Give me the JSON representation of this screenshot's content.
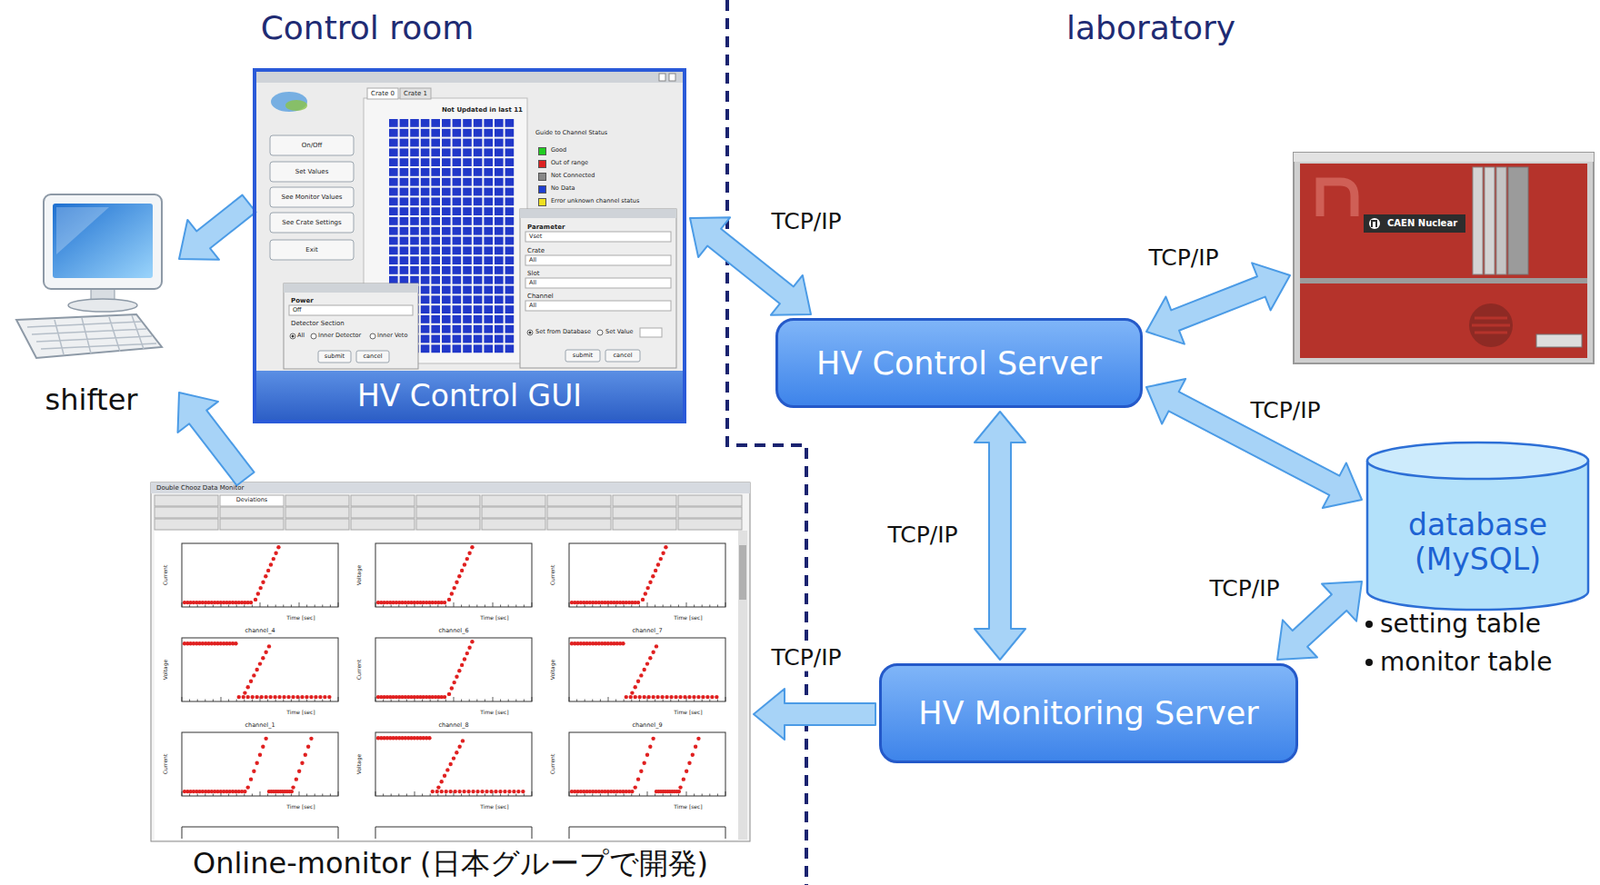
{
  "diagram": {
    "nodes": [
      {
        "text": [
          "HV Control GUI"
        ]
      },
      {
        "text": [
          "shifter"
        ]
      },
      {
        "text": [
          "HV Control Server"
        ]
      },
      {
        "text": [
          "CAEN Nuclear"
        ]
      },
      {
        "text": [
          "database (MySQL)"
        ]
      },
      {
        "text": [
          "Online-monitor (日本グループで開発)"
        ]
      },
      {
        "text": [
          "HV Monitoring Server"
        ]
      }
    ],
    "edges": [
      {
        "from": 0,
        "to": 1,
        "arrow": "to"
      },
      {
        "from": 5,
        "to": 1,
        "arrow": "to"
      },
      {
        "from": 0,
        "to": 2,
        "label": "TCP/IP",
        "arrow": "both"
      },
      {
        "from": 2,
        "to": 3,
        "label": "TCP/IP",
        "arrow": "both"
      },
      {
        "from": 2,
        "to": 4,
        "label": "TCP/IP",
        "arrow": "both"
      },
      {
        "from": 2,
        "to": 6,
        "label": "TCP/IP",
        "arrow": "both"
      },
      {
        "from": 6,
        "to": 4,
        "label": "TCP/IP",
        "arrow": "both"
      },
      {
        "from": 6,
        "to": 5,
        "label": "TCP/IP",
        "arrow": "to"
      }
    ],
    "labels": [
      "Control room",
      "laboratory",
      "setting table",
      "monitor table",
      "On/Off",
      "Set Values",
      "See Monitor Values",
      "See Crate Settings",
      "Exit",
      "Crate 0",
      "Crate 1",
      "Not Updated in last 11",
      "Guide to Channel Status",
      "Parameter",
      "Vset",
      "Crate",
      "All",
      "Slot",
      "All",
      "Channel",
      "All",
      "Set from Database",
      "Set Value",
      "submit",
      "cancel",
      "Power",
      "Off",
      "Detector Section",
      "All",
      "Inner Detector",
      "Inner Veto",
      "submit",
      "cancel",
      "Double Chooz Data Monitor",
      "Deviations",
      "Current",
      "Time [sec]",
      "Voltage",
      "Time [sec]",
      "Current",
      "Time [sec]",
      "channel_4",
      "Voltage",
      "Time [sec]",
      "channel_6",
      "Current",
      "Time [sec]",
      "channel_7",
      "Voltage",
      "Time [sec]",
      "channel_1",
      "Current",
      "Time [sec]",
      "channel_8",
      "Voltage",
      "Time [sec]",
      "channel_9",
      "Current",
      "Time [sec]"
    ],
    "legend": [
      {
        "text": "Good",
        "color": "#22cc22"
      },
      {
        "text": "Out of range",
        "color": "#dd2222"
      },
      {
        "text": "Not Connected",
        "color": "#888888"
      },
      {
        "text": "No Data",
        "color": "#1f3fd0"
      },
      {
        "text": "Error unknown channel status",
        "color": "#f0e020"
      }
    ]
  }
}
